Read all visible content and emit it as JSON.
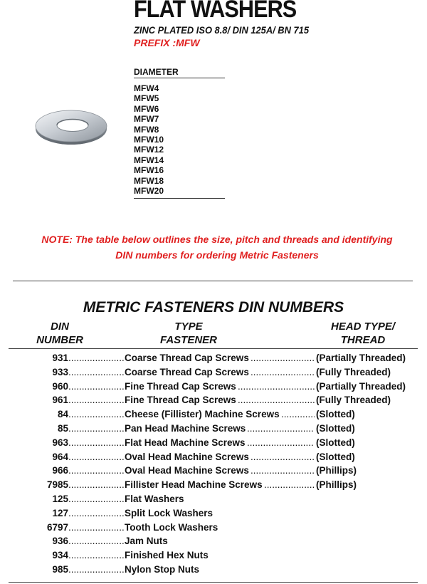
{
  "header": {
    "title": "FLAT WASHERS",
    "subtitle": "ZINC PLATED ISO 8.8/ DIN 125A/ BN 715",
    "prefix": "PREFIX :MFW"
  },
  "diameter": {
    "header": "DIAMETER",
    "items": [
      "MFW4",
      "MFW5",
      "MFW6",
      "MFW7",
      "MFW8",
      "MFW10",
      "MFW12",
      "MFW14",
      "MFW16",
      "MFW18",
      "MFW20"
    ]
  },
  "note": {
    "line1": "NOTE: The table below outlines the size, pitch and threads and identifying",
    "line2": "DIN numbers for ordering Metric Fasteners"
  },
  "table": {
    "title": "METRIC FASTENERS DIN NUMBERS",
    "col_din_1": "DIN",
    "col_din_2": "NUMBER",
    "col_type_1": "TYPE",
    "col_type_2": "FASTENER",
    "col_head_1": "HEAD TYPE/",
    "col_head_2": "THREAD",
    "rows": [
      {
        "num": "931",
        "type": "Coarse Thread Cap Screws",
        "head": "(Partially Threaded)"
      },
      {
        "num": "933",
        "type": "Coarse Thread Cap Screws",
        "head": "(Fully Threaded)"
      },
      {
        "num": "960",
        "type": "Fine Thread Cap Screws",
        "head": "(Partially Threaded)"
      },
      {
        "num": "961",
        "type": "Fine Thread Cap Screws",
        "head": "(Fully Threaded)"
      },
      {
        "num": "84",
        "type": "Cheese (Fillister) Machine Screws",
        "head": "(Slotted)"
      },
      {
        "num": "85",
        "type": "Pan Head Machine Screws",
        "head": "(Slotted)"
      },
      {
        "num": "963",
        "type": "Flat Head Machine Screws",
        "head": "(Slotted)"
      },
      {
        "num": "964",
        "type": "Oval Head Machine Screws",
        "head": "(Slotted)"
      },
      {
        "num": "966",
        "type": "Oval Head Machine Screws",
        "head": "(Phillips)"
      },
      {
        "num": "7985",
        "type": "Fillister Head Machine Screws",
        "head": "(Phillips)"
      },
      {
        "num": "125",
        "type": "Flat Washers",
        "head": ""
      },
      {
        "num": "127",
        "type": "Split Lock Washers",
        "head": ""
      },
      {
        "num": "6797",
        "type": "Tooth Lock Washers",
        "head": ""
      },
      {
        "num": "936",
        "type": "Jam Nuts",
        "head": ""
      },
      {
        "num": "934",
        "type": "Finished Hex Nuts",
        "head": ""
      },
      {
        "num": "985",
        "type": "Nylon Stop Nuts",
        "head": ""
      }
    ]
  },
  "colors": {
    "accent": "#e02020",
    "text": "#111111"
  },
  "icons": {
    "washer": "flat-washer-image"
  }
}
